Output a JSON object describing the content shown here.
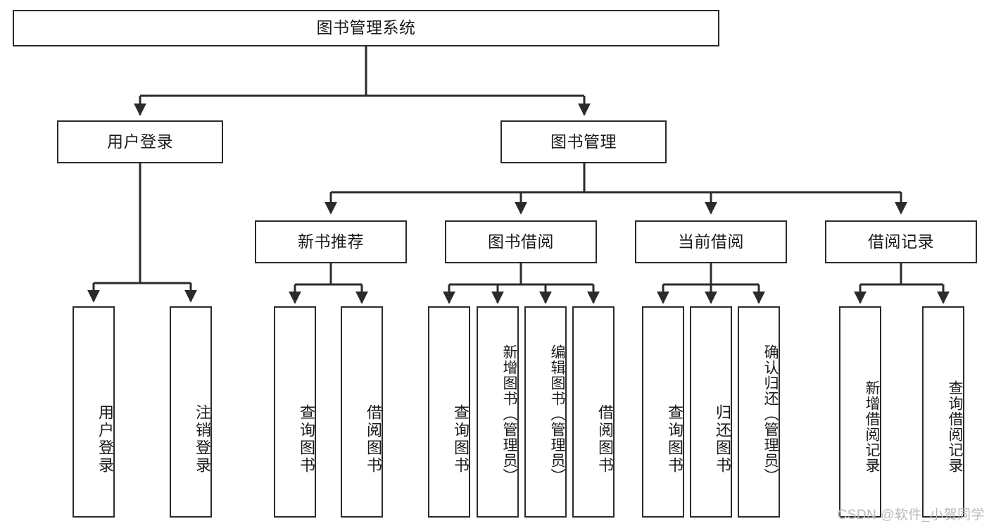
{
  "diagram": {
    "title": "图书管理系统",
    "watermark": "CSDN @软件_小贺同学",
    "stroke_color": "#2b2b2b",
    "background_color": "#ffffff",
    "text_color": "#1a1a1a",
    "nodes": {
      "root": "图书管理系统",
      "level2": [
        "用户登录",
        "图书管理"
      ],
      "level3": [
        "新书推荐",
        "图书借阅",
        "当前借阅",
        "借阅记录"
      ],
      "leaves": {
        "user_login": [
          "用户登录",
          "注销登录"
        ],
        "new_book_recommend": [
          "查询图书",
          "借阅图书"
        ],
        "book_borrow": [
          "查询图书",
          "新增图书（管理员）",
          "编辑图书（管理员）",
          "借阅图书"
        ],
        "current_borrow": [
          "查询图书",
          "归还图书",
          "确认归还（管理员）"
        ],
        "borrow_record": [
          "新增借阅记录",
          "查询借阅记录"
        ]
      }
    }
  }
}
